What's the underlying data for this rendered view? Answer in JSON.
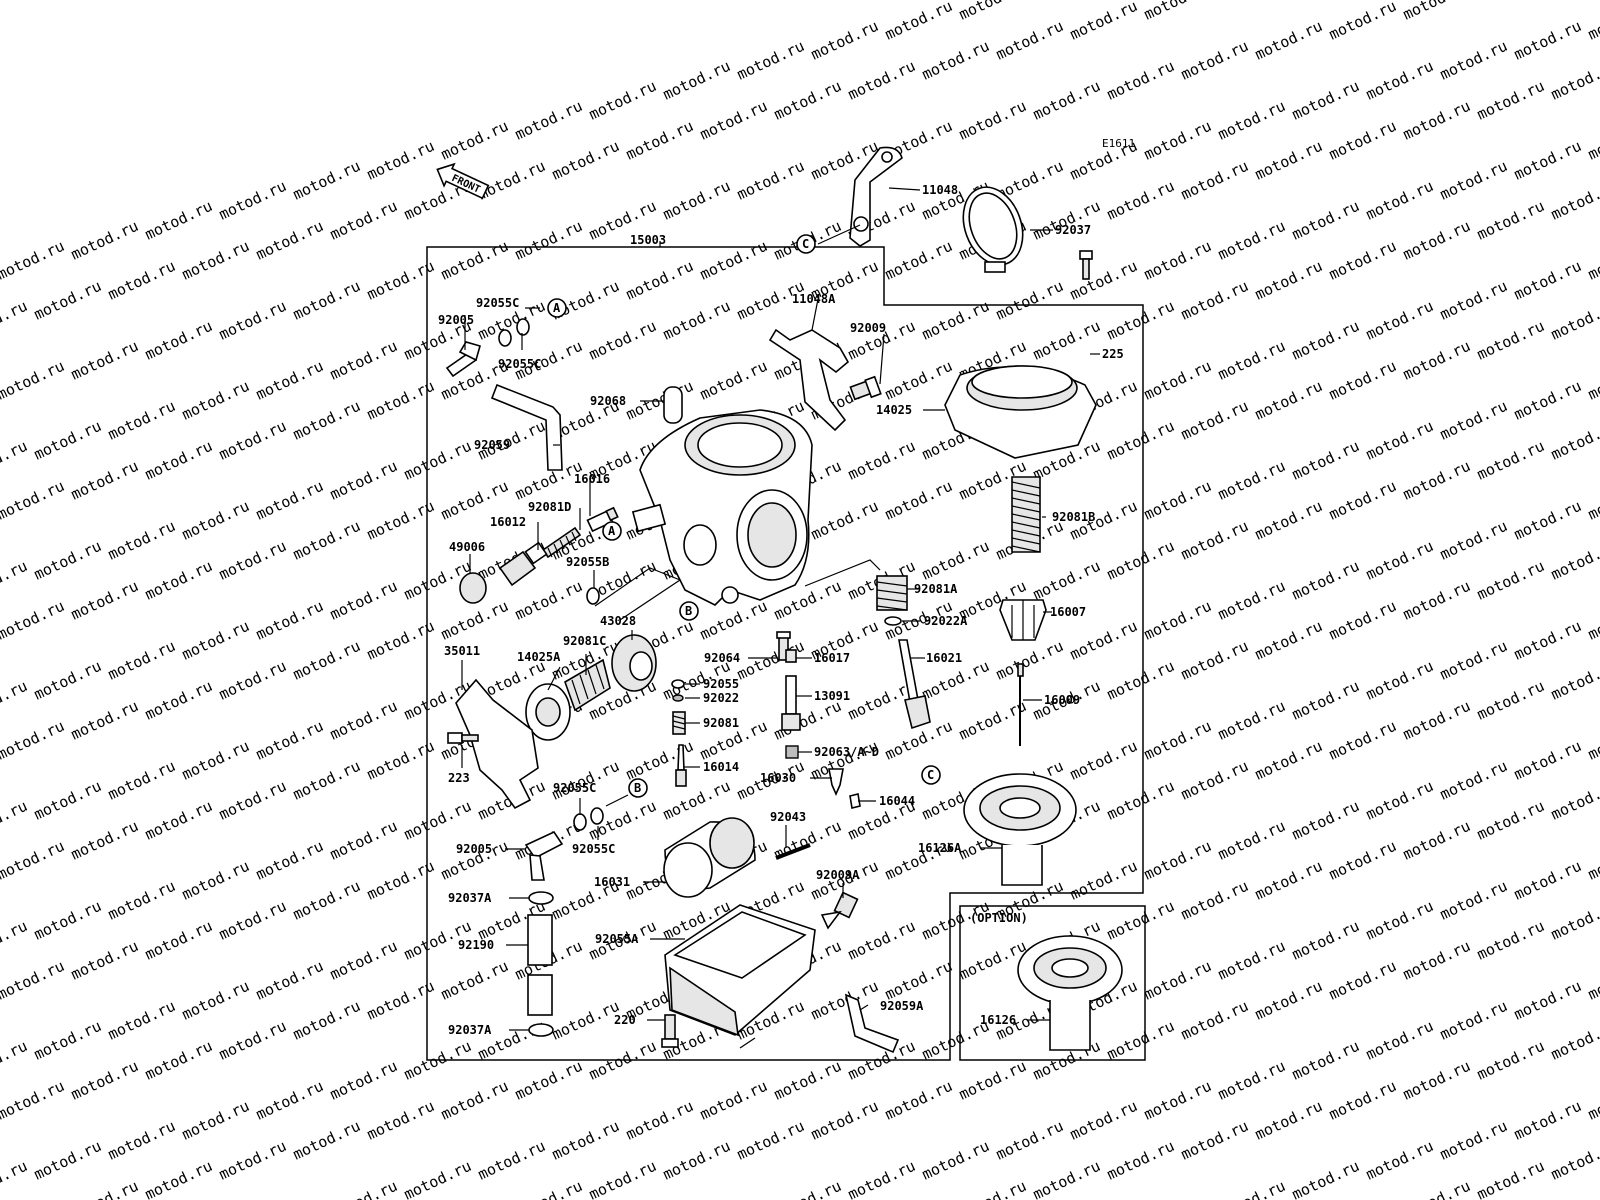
{
  "diagram": {
    "ref_code": "E1611",
    "front_label": "FRONT",
    "option_label": "(OPTION)",
    "watermark": "motod.ru",
    "labels": {
      "p15003": "15003",
      "p11048": "11048",
      "p92037": "92037",
      "p11048A": "11048A",
      "p92009": "92009",
      "p225": "225",
      "p14025": "14025",
      "p92055C_top": "92055C",
      "p92005_top": "92005",
      "p92055C_top2": "92055C",
      "p92068": "92068",
      "p92059": "92059",
      "p16016": "16016",
      "p92081D": "92081D",
      "p16012": "16012",
      "p49006": "49006",
      "p92055B": "92055B",
      "p92081B": "92081B",
      "p92081A": "92081A",
      "p92022A": "92022A",
      "p16007": "16007",
      "p43028": "43028",
      "p35011": "35011",
      "p14025A": "14025A",
      "p92081C": "92081C",
      "p92064": "92064",
      "p16017": "16017",
      "p16021": "16021",
      "p92055": "92055",
      "p92022": "92022",
      "p13091": "13091",
      "p16009": "16009",
      "p92081": "92081",
      "p92063": "92063/A~D",
      "p16014": "16014",
      "p16030": "16030",
      "p16044": "16044",
      "p223": "223",
      "p92055C_mid": "92055C",
      "p92043": "92043",
      "p92005_bot": "92005",
      "p92055C_mid2": "92055C",
      "p16126A": "16126A",
      "p92009A": "92009A",
      "p16031": "16031",
      "p92037A_1": "92037A",
      "p92055A": "92055A",
      "p92190": "92190",
      "p92059A": "92059A",
      "p220": "220",
      "p92037A_2": "92037A",
      "p16126": "16126"
    },
    "markers": {
      "a": "A",
      "b": "B",
      "c": "C"
    }
  }
}
